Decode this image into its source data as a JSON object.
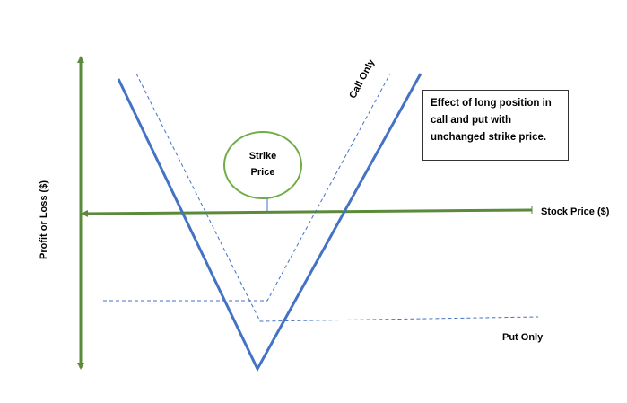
{
  "title": "Effect of long position in call and put with unchanged strike price.",
  "labels": {
    "y_axis": "Profit or Loss ($)",
    "x_axis": "Stock Price ($)",
    "call_only": "Call Only",
    "put_only": "Put Only",
    "strike_line1": "Strike",
    "strike_line2": "Price"
  },
  "colors": {
    "axis": "#5a8a3a",
    "straddle": "#4472c4",
    "dashed": "#4472c4",
    "circle": "#70ad47"
  }
}
